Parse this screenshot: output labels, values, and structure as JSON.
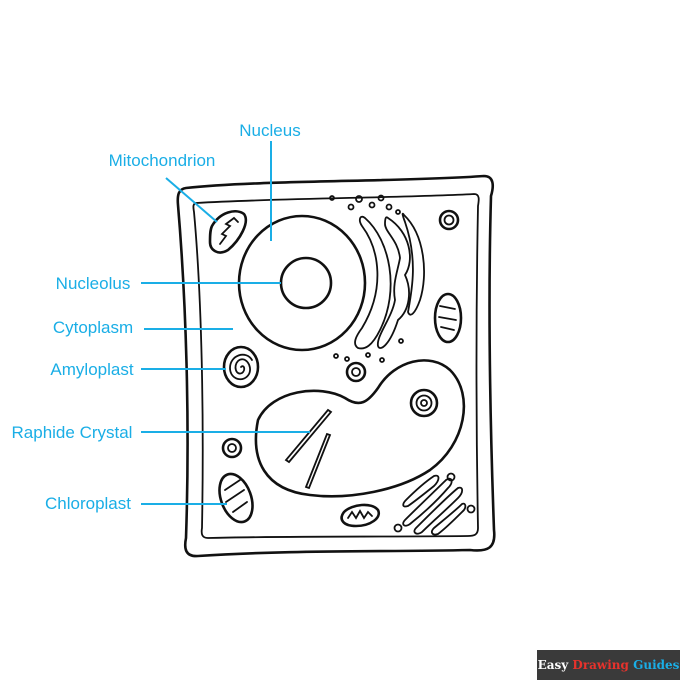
{
  "labels": {
    "nucleus": "Nucleus",
    "mitochondrion": "Mitochondrion",
    "nucleolus": "Nucleolus",
    "cytoplasm": "Cytoplasm",
    "amyloplast": "Amyloplast",
    "raphide_crystal": "Raphide Crystal",
    "chloroplast": "Chloroplast"
  },
  "logo": {
    "word1": "Easy",
    "word2": "Drawing",
    "word3": "Guides"
  },
  "colors": {
    "label": "#1aaee6",
    "outline": "#111111",
    "logo_bg": "#3a3a3a",
    "logo_red": "#e8322c"
  }
}
